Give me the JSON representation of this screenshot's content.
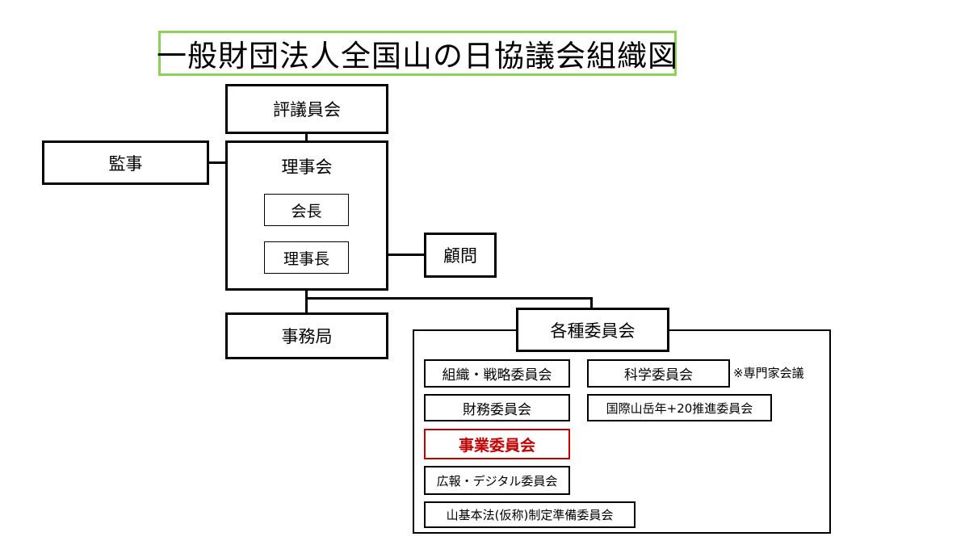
{
  "title": "一般財団法人全国山の日協議会組織図",
  "hyogiinkai": "評議員会",
  "rijikai": "理事会",
  "kaicho": "会長",
  "rijicho": "理事長",
  "kanji": "監事",
  "komon": "顧問",
  "jimukyoku": "事務局",
  "iinkai": {
    "title": "各種委員会",
    "soshiki_senryaku": "組織・戦略委員会",
    "kagaku": "科学委員会",
    "senmonka_note": "※専門家会議",
    "zaimu": "財務委員会",
    "kokusai": "国際山岳年+20推進委員会",
    "jigyo": "事業委員会",
    "koho_digital": "広報・デジタル委員会",
    "yamakihon": "山基本法(仮称)制定準備委員会"
  },
  "colors": {
    "title_border": "#8fcf5a",
    "highlight": "#c00000"
  }
}
